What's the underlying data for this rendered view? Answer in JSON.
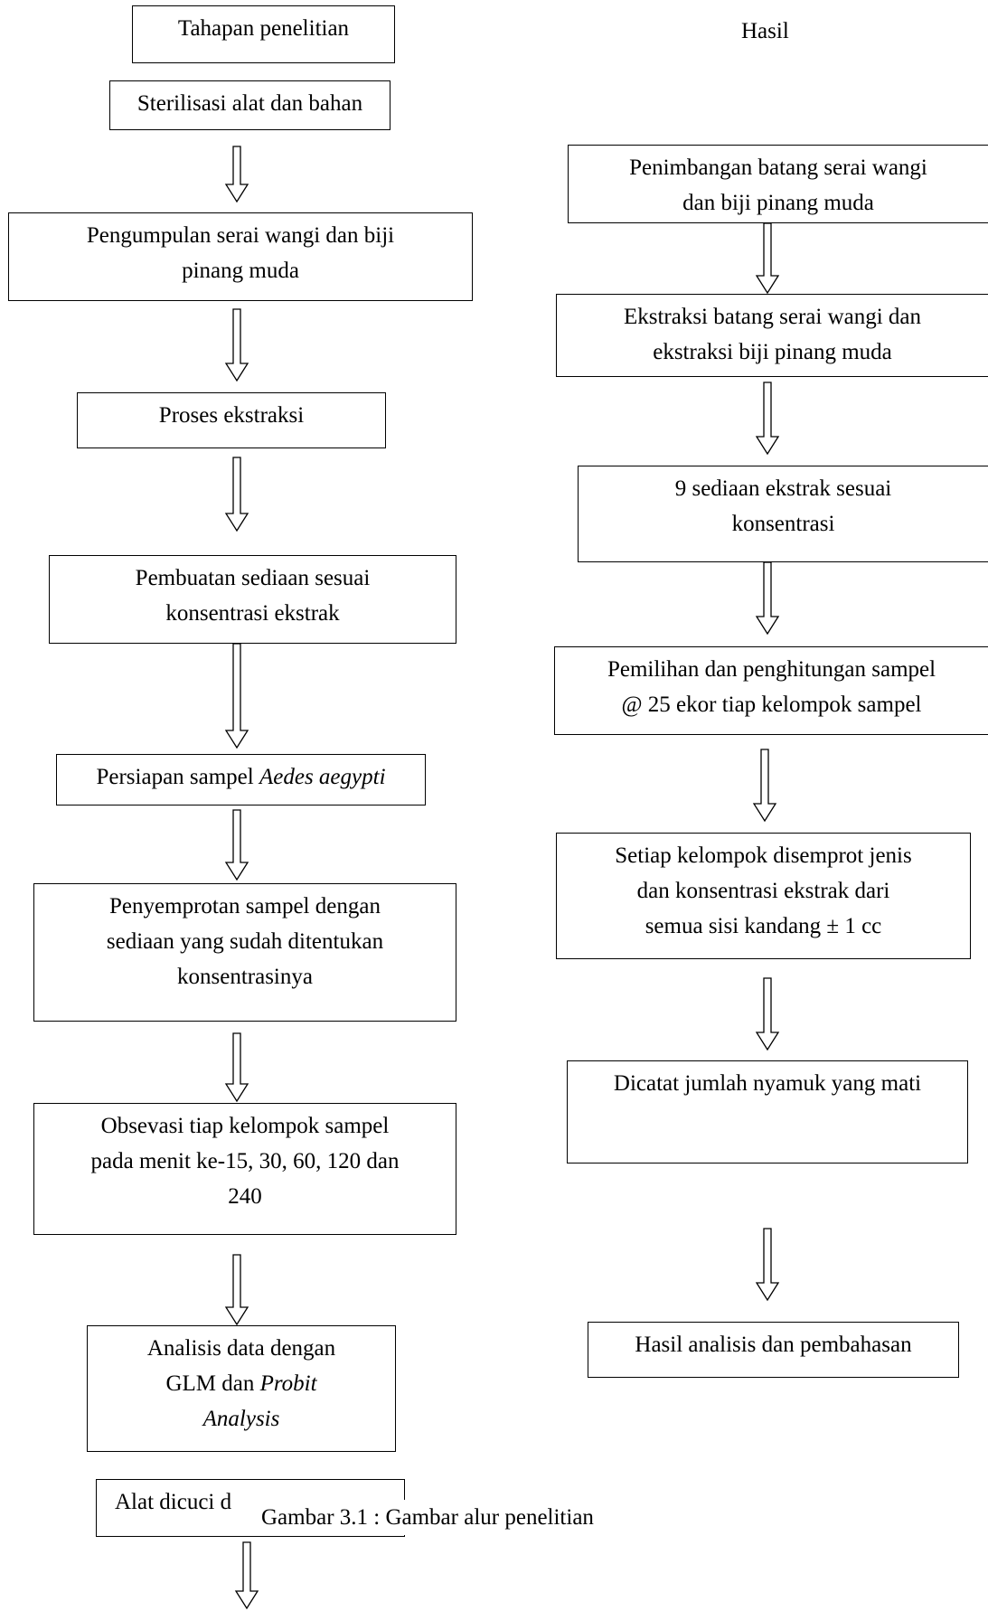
{
  "headers": {
    "left": "Tahapan  penelitian",
    "right": "Hasil"
  },
  "left_steps": [
    "Sterilisasi alat dan bahan",
    "Pengumpulan serai wangi dan biji",
    "pinang muda",
    "Proses ekstraksi",
    "Pembuatan sediaan sesuai",
    "konsentrasi ekstrak",
    "Persiapan sampel ",
    "Aedes  aegypti",
    "Penyemprotan sampel dengan",
    "sediaan yang sudah ditentukan",
    "konsentrasinya",
    "Obsevasi tiap kelompok sampel",
    "pada menit ke-15, 30, 60, 120 dan",
    "240",
    "Analisis data dengan",
    "GLM dan ",
    "Probit",
    "Analysis",
    "Alat dicuci d"
  ],
  "right_steps": [
    "Penimbangan batang serai wangi",
    "dan biji pinang muda",
    "Ekstraksi batang serai wangi dan",
    "ekstraksi biji pinang muda",
    "9 sediaan ekstrak sesuai",
    "konsentrasi",
    "Pemilihan dan penghitungan sampel",
    "@ 25 ekor tiap kelompok sampel",
    "Setiap kelompok disemprot jenis",
    "dan konsentrasi ekstrak  dari",
    "semua sisi kandang ± 1 cc",
    "Dicatat jumlah nyamuk yang mati",
    "Hasil analisis dan pembahasan"
  ],
  "caption": "Gambar 3.1 : Gambar alur penelitian",
  "colors": {
    "line": "#000000",
    "background": "#ffffff"
  }
}
